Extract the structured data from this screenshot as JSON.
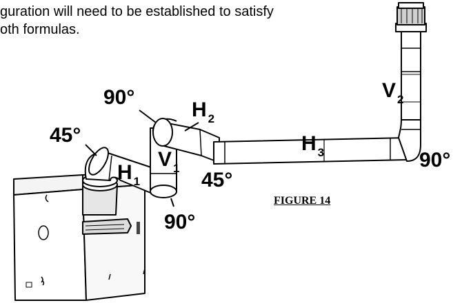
{
  "intro_text": {
    "line1": "guration will need to be established to satisfy",
    "line2": "oth formulas."
  },
  "labels": {
    "angle_45_top": "45°",
    "angle_90_top": "90°",
    "angle_45_mid": "45°",
    "angle_90_bottom": "90°",
    "angle_90_right": "90°",
    "h1": {
      "letter": "H",
      "sub": "1"
    },
    "h2": {
      "letter": "H",
      "sub": "2"
    },
    "h3": {
      "letter": "H",
      "sub": "3"
    },
    "v1": {
      "letter": "V",
      "sub": "1"
    },
    "v2": {
      "letter": "V",
      "sub": "2"
    }
  },
  "figure_caption": "FIGURE 14"
}
